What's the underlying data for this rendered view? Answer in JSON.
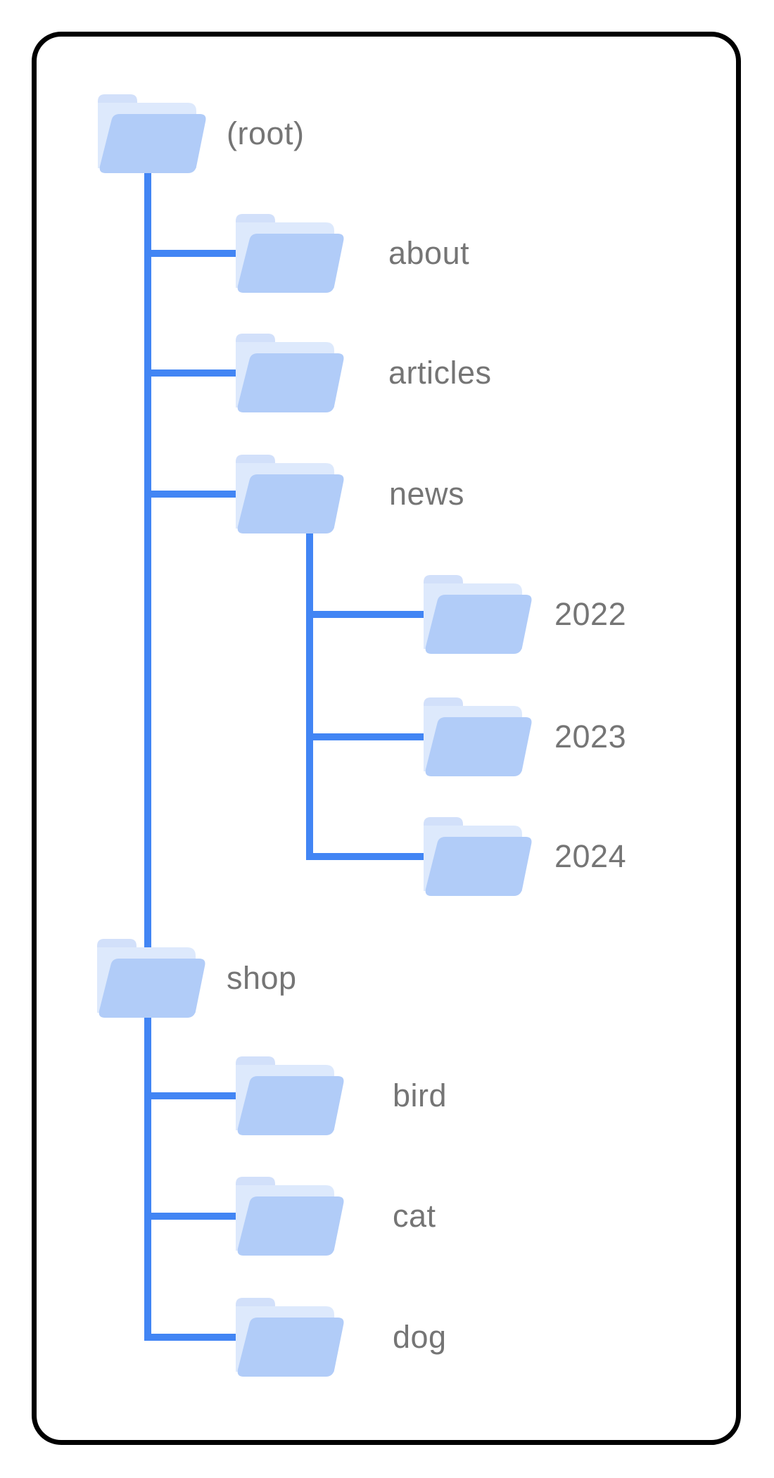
{
  "diagram": {
    "description": "Folder tree diagram of a website directory structure inside a black rounded-corner card",
    "colors": {
      "connector_blue": "#4285f4",
      "folder_front": "#b1ccf8",
      "folder_back": "#dde9fc",
      "folder_tab": "#d2e0fa",
      "label_gray": "#757575",
      "card_border": "#000000",
      "background": "#ffffff"
    },
    "tree": {
      "label": "(root)",
      "children": [
        {
          "label": "about"
        },
        {
          "label": "articles"
        },
        {
          "label": "news",
          "children": [
            {
              "label": "2022"
            },
            {
              "label": "2023"
            },
            {
              "label": "2024"
            }
          ]
        },
        {
          "label": "shop",
          "children": [
            {
              "label": "bird"
            },
            {
              "label": "cat"
            },
            {
              "label": "dog"
            }
          ]
        }
      ]
    },
    "nodes": [
      {
        "label": "(root)"
      },
      {
        "label": "about"
      },
      {
        "label": "articles"
      },
      {
        "label": "news"
      },
      {
        "label": "2022"
      },
      {
        "label": "2023"
      },
      {
        "label": "2024"
      },
      {
        "label": "shop"
      },
      {
        "label": "bird"
      },
      {
        "label": "cat"
      },
      {
        "label": "dog"
      }
    ]
  }
}
